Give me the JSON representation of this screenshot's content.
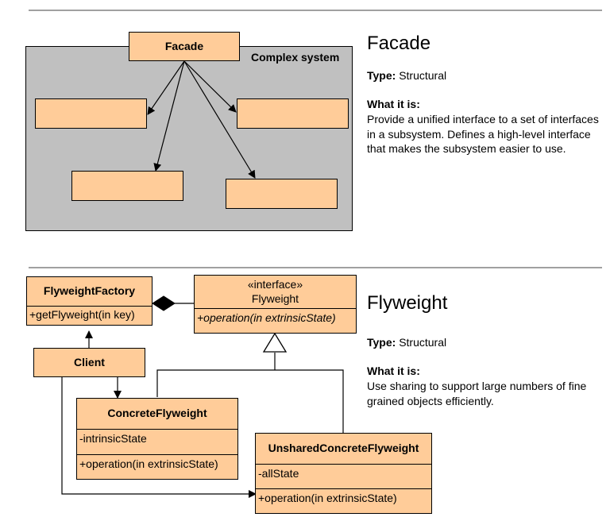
{
  "facade": {
    "title": "Facade",
    "type_label": "Type:",
    "type_value": "Structural",
    "whatis_label": "What it is:",
    "description": "Provide a unified interface to a set of interfaces in a subsystem. Defines a high-level interface that makes the subsystem easier to use.",
    "diagram": {
      "facade_box": "Facade",
      "system_label": "Complex system"
    }
  },
  "flyweight": {
    "title": "Flyweight",
    "type_label": "Type:",
    "type_value": "Structural",
    "whatis_label": "What it is:",
    "description": "Use sharing to support large numbers of fine grained objects efficiently.",
    "diagram": {
      "factory": {
        "name": "FlyweightFactory",
        "method": "+getFlyweight(in key)"
      },
      "interface": {
        "stereotype": "«interface»",
        "name": "Flyweight",
        "method": "+operation(in extrinsicState)"
      },
      "client": {
        "name": "Client"
      },
      "concrete": {
        "name": "ConcreteFlyweight",
        "attribute": "-intrinsicState",
        "method": "+operation(in extrinsicState)"
      },
      "unshared": {
        "name": "UnsharedConcreteFlyweight",
        "attribute": "-allState",
        "method": "+operation(in extrinsicState)"
      }
    }
  },
  "colors": {
    "box_fill": "#ffcc99",
    "system_fill": "#c0c0c0",
    "rule": "#a0a0a0"
  }
}
